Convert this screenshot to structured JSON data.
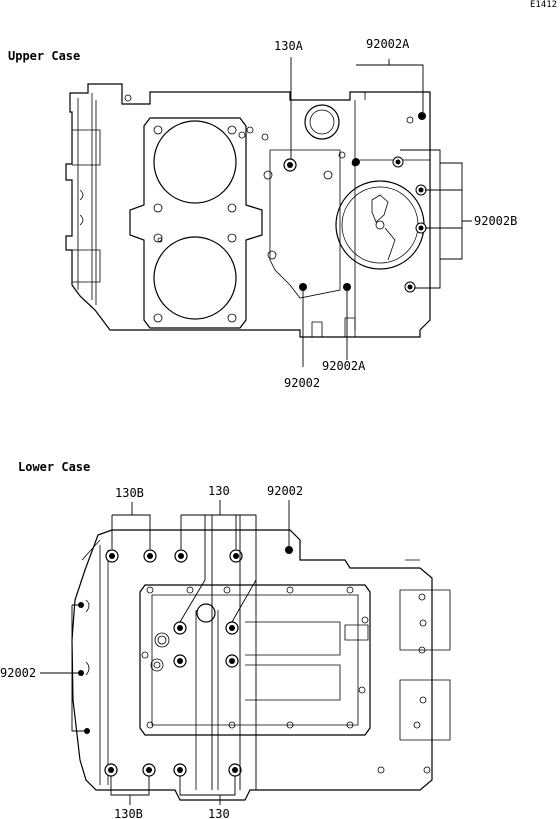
{
  "diagram_code": "E1412",
  "upper_case": {
    "title": "Upper Case",
    "labels": {
      "l130a": "130A",
      "l92002a_top": "92002A",
      "l92002b": "92002B",
      "l92002": "92002",
      "l92002a_bottom": "92002A"
    }
  },
  "lower_case": {
    "title": "Lower Case",
    "labels": {
      "l130b_top": "130B",
      "l130_top": "130",
      "l92002_top": "92002",
      "l92002_left": "92002",
      "l130b_bottom": "130B",
      "l130_bottom": "130"
    }
  }
}
